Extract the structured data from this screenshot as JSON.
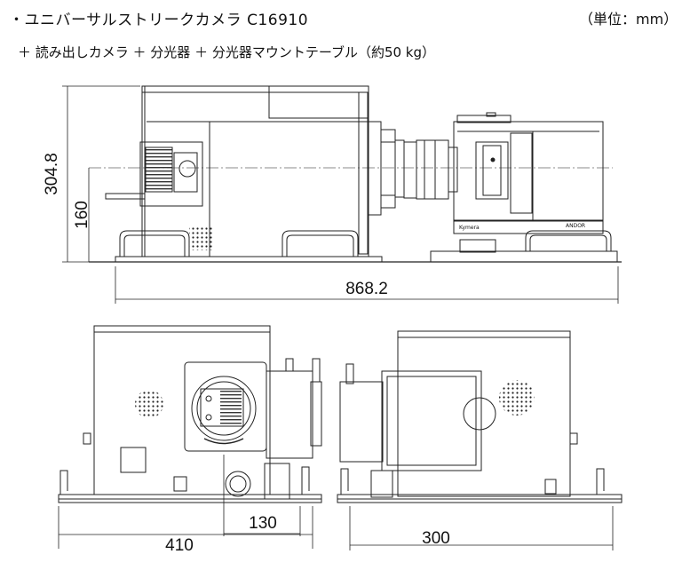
{
  "header": {
    "title": "・ユニバーサルストリークカメラ C16910",
    "unit": "（単位：mm）",
    "subtitle": "＋ 読み出しカメラ ＋ 分光器 ＋ 分光器マウントテーブル（約50 kg）"
  },
  "dimensions": {
    "total_height": "304.8",
    "axis_height": "160",
    "total_length": "868.2",
    "front_width": "410",
    "front_offset": "130",
    "rear_width": "300"
  },
  "labels": {
    "brand_left": "Kymera",
    "brand_right": "ANDOR"
  }
}
